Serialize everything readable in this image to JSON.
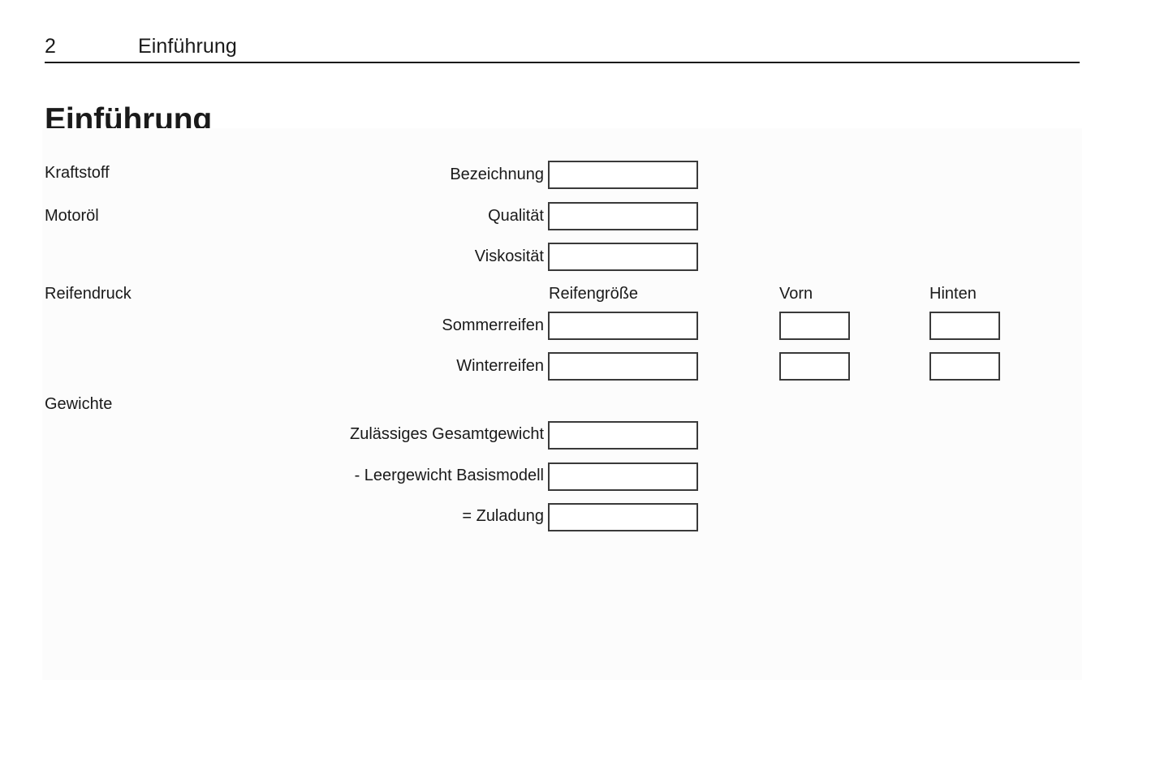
{
  "header": {
    "page_number": "2",
    "chapter": "Einführung"
  },
  "title": "Einführung",
  "sections": [
    {
      "key": "kraftstoff",
      "label": "Kraftstoff"
    },
    {
      "key": "motoroel",
      "label": "Motoröl"
    },
    {
      "key": "reifendruck",
      "label": "Reifendruck"
    },
    {
      "key": "gewichte",
      "label": "Gewichte"
    }
  ],
  "column_headers": {
    "reifengroesse": "Reifengröße",
    "vorn": "Vorn",
    "hinten": "Hinten"
  },
  "fields": [
    {
      "key": "bezeichnung",
      "label": "Bezeichnung",
      "value": "",
      "section": "kraftstoff"
    },
    {
      "key": "qualitaet",
      "label": "Qualität",
      "value": "",
      "section": "motoroel"
    },
    {
      "key": "viskositaet",
      "label": "Viskosität",
      "value": "",
      "section": "motoroel"
    },
    {
      "key": "sommerreifen",
      "label": "Sommerreifen",
      "value": "",
      "section": "reifendruck"
    },
    {
      "key": "winterreifen",
      "label": "Winterreifen",
      "value": "",
      "section": "reifendruck"
    },
    {
      "key": "zulaessiges-gesamtgewicht",
      "label": "Zulässiges Gesamtgewicht",
      "value": "",
      "section": "gewichte"
    },
    {
      "key": "leergewicht-basismodell",
      "label": "- Leergewicht Basismodell",
      "value": "",
      "section": "gewichte"
    },
    {
      "key": "zuladung",
      "label": "= Zuladung",
      "value": "",
      "section": "gewichte"
    }
  ],
  "tire_values": {
    "sommerreifen_vorn": "",
    "sommerreifen_hinten": "",
    "winterreifen_vorn": "",
    "winterreifen_hinten": ""
  },
  "colors": {
    "text": "#1a1a1a",
    "rule": "#1a1a1a",
    "panel": "#fcfcfc",
    "box_border": "#3a3a3a",
    "box_fill": "#ffffff"
  }
}
